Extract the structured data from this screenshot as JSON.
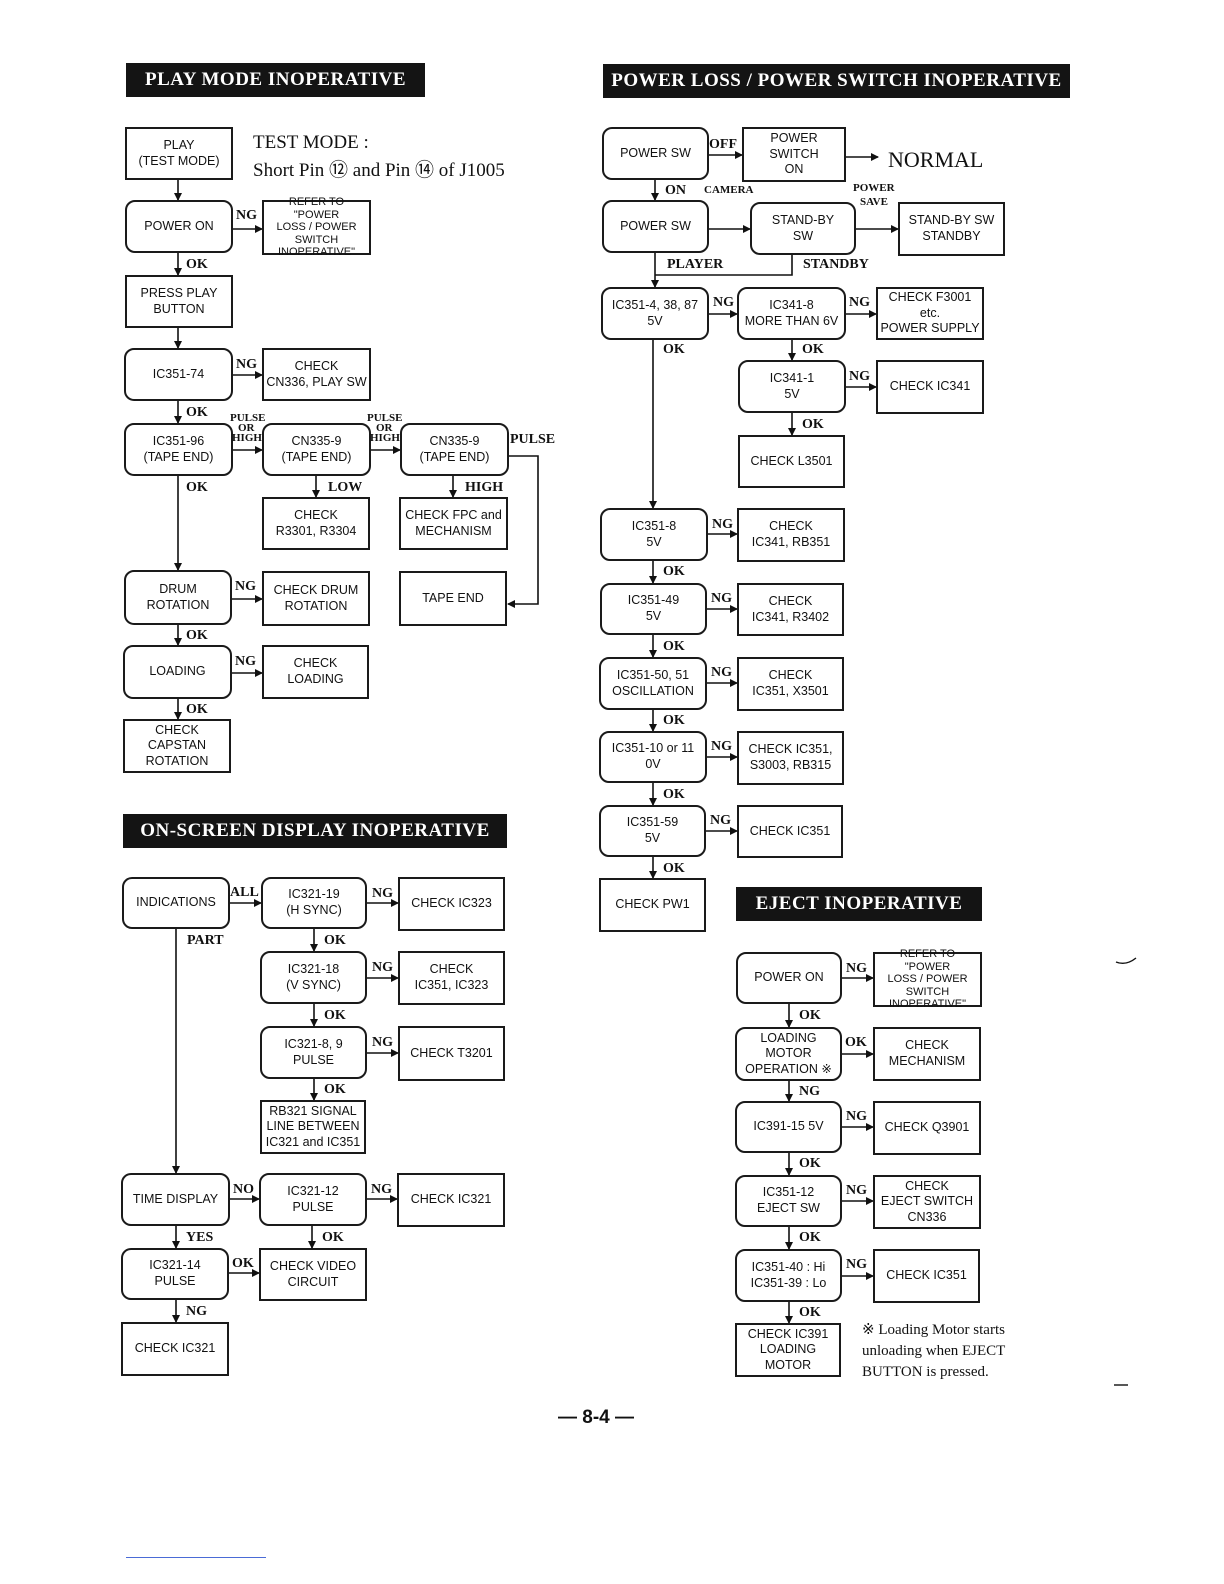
{
  "sections": {
    "play": "PLAY MODE INOPERATIVE",
    "osd": "ON-SCREEN DISPLAY INOPERATIVE",
    "power": "POWER LOSS / POWER SWITCH INOPERATIVE",
    "eject": "EJECT INOPERATIVE"
  },
  "play": {
    "test_mode_title": "TEST MODE :",
    "test_mode_text": "Short Pin ⑫ and Pin ⑭ of J1005",
    "b_play": "PLAY\n(TEST MODE)",
    "b_poweron": "POWER ON",
    "b_refer": "REFER TO \"POWER\nLOSS / POWER\nSWITCH\nINOPERATIVE\"",
    "b_press": "PRESS PLAY\nBUTTON",
    "b_ic74": "IC351-74",
    "b_checkcn336": "CHECK\nCN336, PLAY SW",
    "b_ic96": "IC351-96\n(TAPE END)",
    "b_cn335a": "CN335-9\n(TAPE END)",
    "b_cn335b": "CN335-9\n(TAPE END)",
    "b_r3301": "CHECK\nR3301, R3304",
    "b_fpc": "CHECK FPC and\nMECHANISM",
    "b_drum": "DRUM\nROTATION",
    "b_checkdrum": "CHECK DRUM\nROTATION",
    "b_tapeend": "TAPE END",
    "b_loading": "LOADING",
    "b_checkloading": "CHECK\nLOADING",
    "b_capstan": "CHECK\nCAPSTAN\nROTATION",
    "l_ng1": "NG",
    "l_ok1": "OK",
    "l_ng2": "NG",
    "l_ok2": "OK",
    "l_pulse1": "PULSE",
    "l_or1": "OR",
    "l_high1": "HIGH",
    "l_pulse2": "PULSE",
    "l_or2": "OR",
    "l_high2": "HIGH",
    "l_pulse3": "PULSE",
    "l_ok3": "OK",
    "l_low": "LOW",
    "l_high3": "HIGH",
    "l_ng3": "NG",
    "l_ok4": "OK",
    "l_ng4": "NG",
    "l_ok5": "OK"
  },
  "osd": {
    "b_ind": "INDICATIONS",
    "b_ic19": "IC321-19\n(H SYNC)",
    "b_ck323": "CHECK IC323",
    "b_ic18": "IC321-18\n(V SYNC)",
    "b_ck351_323": "CHECK\nIC351, IC323",
    "b_ic89": "IC321-8, 9\nPULSE",
    "b_t3201": "CHECK T3201",
    "b_rb321": "RB321 SIGNAL\nLINE BETWEEN\nIC321 and IC351",
    "b_time": "TIME DISPLAY",
    "b_ic12": "IC321-12\nPULSE",
    "b_ck321a": "CHECK IC321",
    "b_ic14": "IC321-14\nPULSE",
    "b_video": "CHECK VIDEO\nCIRCUIT",
    "b_ck321b": "CHECK IC321",
    "l_all": "ALL",
    "l_part": "PART",
    "l_ng1": "NG",
    "l_ok1": "OK",
    "l_ng2": "NG",
    "l_ok2": "OK",
    "l_ng3": "NG",
    "l_ok3": "OK",
    "l_no": "NO",
    "l_ng4": "NG",
    "l_yes": "YES",
    "l_ok4": "OK",
    "l_ok5": "OK",
    "l_ng5": "NG"
  },
  "power": {
    "b_sw1": "POWER SW",
    "b_swon": "POWER SWITCH\nON",
    "normal": "NORMAL",
    "b_sw2": "POWER SW",
    "b_standby": "STAND-BY\nSW",
    "b_standbysw": "STAND-BY SW\nSTANDBY",
    "b_ic4": "IC351-4, 38, 87\n5V",
    "b_ic3418": "IC341-8\nMORE THAN 6V",
    "b_f3001": "CHECK F3001 etc.\nPOWER SUPPLY",
    "b_ic3411": "IC341-1\n5V",
    "b_ck341": "CHECK IC341",
    "b_l3501": "CHECK L3501",
    "b_ic8": "IC351-8\n5V",
    "b_ck_rb351": "CHECK\nIC341, RB351",
    "b_ic49": "IC351-49\n5V",
    "b_ck_r3402": "CHECK\nIC341, R3402",
    "b_ic50": "IC351-50, 51\nOSCILLATION",
    "b_ck_x3501": "CHECK\nIC351, X3501",
    "b_ic10": "IC351-10 or 11\n0V",
    "b_ck_s3003": "CHECK IC351,\nS3003, RB315",
    "b_ic59": "IC351-59\n5V",
    "b_ck351": "CHECK IC351",
    "b_pw1": "CHECK PW1",
    "l_off": "OFF",
    "l_on": "ON",
    "l_camera": "CAMERA",
    "l_power": "POWER",
    "l_save": "SAVE",
    "l_player": "PLAYER",
    "l_standby": "STANDBY",
    "l_ng1": "NG",
    "l_ng2": "NG",
    "l_ok1": "OK",
    "l_ng3": "NG",
    "l_ok2": "OK",
    "l_ok3": "OK",
    "l_ng4": "NG",
    "l_ok4": "OK",
    "l_ng5": "NG",
    "l_ok5": "OK",
    "l_ng6": "NG",
    "l_ok6": "OK",
    "l_ng7": "NG",
    "l_ok7": "OK",
    "l_ng8": "NG",
    "l_ok8": "OK"
  },
  "eject": {
    "b_poweron": "POWER ON",
    "b_refer": "REFER TO \"POWER\nLOSS / POWER\nSWITCH\nINOPERATIVE\"",
    "b_motor": "LOADING\nMOTOR\nOPERATION ※",
    "b_mech": "CHECK\nMECHANISM",
    "b_ic391": "IC391-15 5V",
    "b_q3901": "CHECK Q3901",
    "b_ic12": "IC351-12\nEJECT SW",
    "b_ejectsw": "CHECK\nEJECT SWITCH\nCN336",
    "b_ic40": "IC351-40 : Hi\nIC351-39 : Lo",
    "b_ck351": "CHECK IC351",
    "b_ck391": "CHECK IC391\nLOADING\nMOTOR",
    "note": "※ Loading Motor starts\n    unloading when EJECT\n    BUTTON is pressed.",
    "l_ng1": "NG",
    "l_ok1": "OK",
    "l_ok2": "OK",
    "l_ng2": "NG",
    "l_ng3": "NG",
    "l_ok3": "OK",
    "l_ng4": "NG",
    "l_ok4": "OK",
    "l_ng5": "NG",
    "l_ok5": "OK"
  },
  "page_number": "— 8-4 —"
}
